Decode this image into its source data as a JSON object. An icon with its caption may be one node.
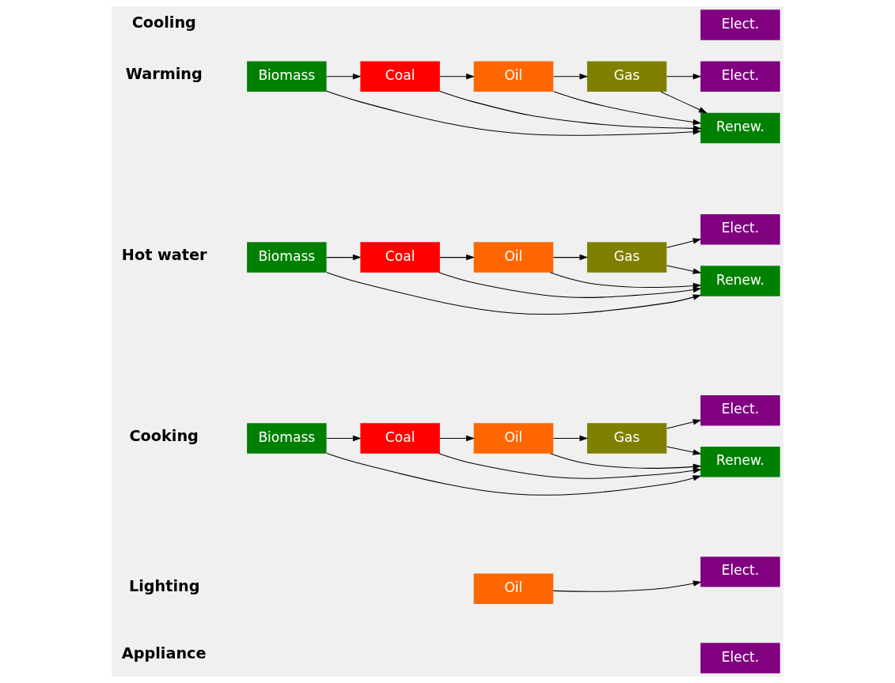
{
  "diagram": {
    "nodes": [
      {
        "text": [
          "Elect."
        ]
      },
      {
        "text": [
          "Biomass"
        ]
      },
      {
        "text": [
          "Coal"
        ]
      },
      {
        "text": [
          "Oil"
        ]
      },
      {
        "text": [
          "Gas"
        ]
      },
      {
        "text": [
          "Elect."
        ]
      },
      {
        "text": [
          "Renew."
        ]
      },
      {
        "text": [
          "Biomass"
        ]
      },
      {
        "text": [
          "Coal"
        ]
      },
      {
        "text": [
          "Oil"
        ]
      },
      {
        "text": [
          "Gas"
        ]
      },
      {
        "text": [
          "Elect."
        ]
      },
      {
        "text": [
          "Renew."
        ]
      },
      {
        "text": [
          "Biomass"
        ]
      },
      {
        "text": [
          "Coal"
        ]
      },
      {
        "text": [
          "Oil"
        ]
      },
      {
        "text": [
          "Gas"
        ]
      },
      {
        "text": [
          "Elect."
        ]
      },
      {
        "text": [
          "Renew."
        ]
      },
      {
        "text": [
          "Oil"
        ]
      },
      {
        "text": [
          "Elect."
        ]
      },
      {
        "text": [
          "Elect."
        ]
      }
    ],
    "edges": [
      {
        "from": 1,
        "to": 2,
        "arrow": "to"
      },
      {
        "from": 2,
        "to": 3,
        "arrow": "to"
      },
      {
        "from": 3,
        "to": 4,
        "arrow": "to"
      },
      {
        "from": 4,
        "to": 5,
        "arrow": "to"
      },
      {
        "from": 1,
        "to": 6,
        "arrow": "to"
      },
      {
        "from": 2,
        "to": 6,
        "arrow": "to"
      },
      {
        "from": 3,
        "to": 6,
        "arrow": "to"
      },
      {
        "from": 4,
        "to": 6,
        "arrow": "to"
      },
      {
        "from": 7,
        "to": 8,
        "arrow": "to"
      },
      {
        "from": 8,
        "to": 9,
        "arrow": "to"
      },
      {
        "from": 9,
        "to": 10,
        "arrow": "to"
      },
      {
        "from": 10,
        "to": 11,
        "arrow": "to"
      },
      {
        "from": 7,
        "to": 12,
        "arrow": "to"
      },
      {
        "from": 8,
        "to": 12,
        "arrow": "to"
      },
      {
        "from": 9,
        "to": 12,
        "arrow": "to"
      },
      {
        "from": 10,
        "to": 12,
        "arrow": "to"
      },
      {
        "from": 13,
        "to": 14,
        "arrow": "to"
      },
      {
        "from": 14,
        "to": 15,
        "arrow": "to"
      },
      {
        "from": 15,
        "to": 16,
        "arrow": "to"
      },
      {
        "from": 16,
        "to": 17,
        "arrow": "to"
      },
      {
        "from": 13,
        "to": 18,
        "arrow": "to"
      },
      {
        "from": 14,
        "to": 18,
        "arrow": "to"
      },
      {
        "from": 15,
        "to": 18,
        "arrow": "to"
      },
      {
        "from": 16,
        "to": 18,
        "arrow": "to"
      },
      {
        "from": 19,
        "to": 20,
        "arrow": "to"
      }
    ],
    "labels": [
      "Cooling",
      "Warming",
      "Hot water",
      "Cooking",
      "Lighting",
      "Appliance"
    ]
  }
}
